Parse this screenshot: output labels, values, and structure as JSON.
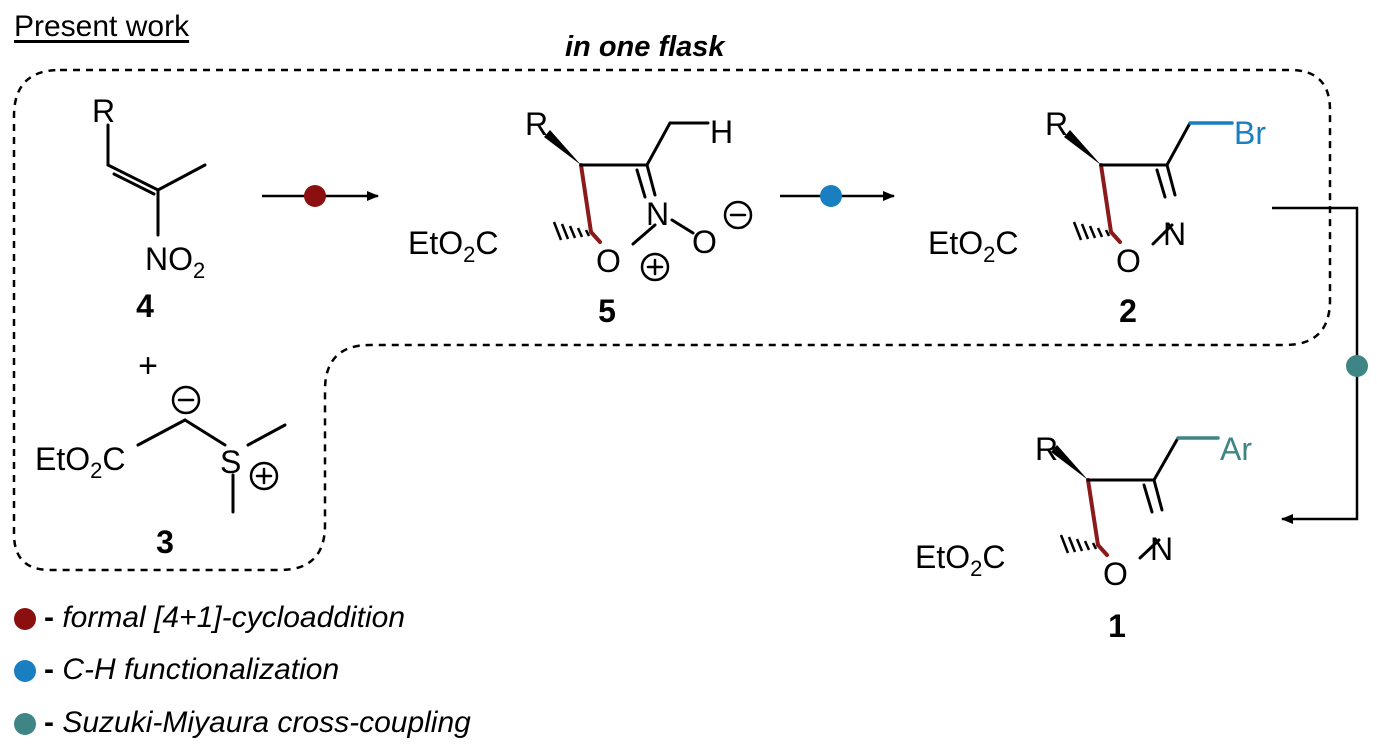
{
  "header": {
    "title": "Present work",
    "flask_label": "in one flask"
  },
  "colors": {
    "step1": "#8b0f0f",
    "step2": "#1a7fc0",
    "step3": "#3f8585",
    "ring": "#8b1a1a"
  },
  "compounds": {
    "c4": {
      "number": "4",
      "R": "R",
      "nitro": "NO",
      "nitro_sub": "2"
    },
    "c3": {
      "number": "3",
      "plus": "+",
      "ester": "EtO",
      "ester_sub": "2",
      "ester_tail": "C",
      "S": "S"
    },
    "c5": {
      "number": "5",
      "R": "R",
      "H": "H",
      "N": "N",
      "O_ring": "O",
      "O_ext": "O",
      "ester": "EtO",
      "ester_sub": "2",
      "ester_tail": "C"
    },
    "c2": {
      "number": "2",
      "R": "R",
      "Br": "Br",
      "N": "N",
      "O_ring": "O",
      "ester": "EtO",
      "ester_sub": "2",
      "ester_tail": "C"
    },
    "c1": {
      "number": "1",
      "R": "R",
      "Ar": "Ar",
      "N": "N",
      "O_ring": "O",
      "ester": "EtO",
      "ester_sub": "2",
      "ester_tail": "C"
    }
  },
  "legend": [
    {
      "dash": "-",
      "text": "formal [4+1]-cycloaddition",
      "color": "#8b0f0f"
    },
    {
      "dash": "-",
      "text": "C-H functionalization",
      "color": "#1a7fc0"
    },
    {
      "dash": "-",
      "text": "Suzuki-Miyaura cross-coupling",
      "color": "#3f8585"
    }
  ]
}
